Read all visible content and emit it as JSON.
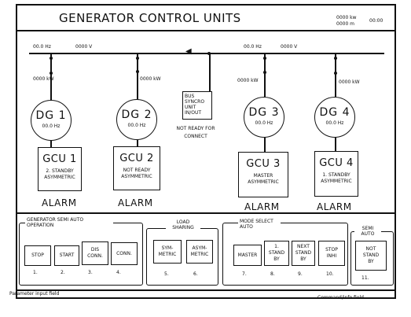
{
  "header": {
    "title": "GENERATOR CONTROL UNITS",
    "readout1": "0000 kw",
    "readout2": "0000 m",
    "time": "00:00"
  },
  "bus": {
    "left_freq": "00.0 Hz",
    "left_volt": "0000 V",
    "right_freq": "00.0 Hz",
    "right_volt": "0000 V"
  },
  "sync_unit": {
    "label": "BUS SYNCRO UNIT IN/OUT",
    "status": "NOT READY FOR CONNECT"
  },
  "generators": [
    {
      "dg": "DG 1",
      "freq": "00.0 Hz",
      "power": "0000 kW",
      "gcu": "GCU 1",
      "status": "2. STANDBY ASYMMETRIC",
      "alarm": "ALARM"
    },
    {
      "dg": "DG 2",
      "freq": "00.0 Hz",
      "power": "0000 kW",
      "gcu": "GCU 2",
      "status": "NOT READY ASYMMETRIC",
      "alarm": "ALARM"
    },
    {
      "dg": "DG 3",
      "freq": "00.0 Hz",
      "power": "0000 kW",
      "gcu": "GCU 3",
      "status": "MASTER ASYMMETRIC",
      "alarm": "ALARM"
    },
    {
      "dg": "DG 4",
      "freq": "00.0 Hz",
      "power": "0000 kW",
      "gcu": "GCU 4",
      "status": "1. STANDBY ASYMMETRIC",
      "alarm": "ALARM"
    }
  ],
  "groups": {
    "semi_auto": "GENERATOR SEMI AUTO OPERATION",
    "load_sharing": "LOAD SHARING",
    "mode_select": "MODE SELECT AUTO",
    "semi_auto_mode": "SEMI AUTO"
  },
  "buttons": [
    {
      "label": "STOP",
      "num": "1."
    },
    {
      "label": "START",
      "num": "2."
    },
    {
      "label": "DIS CONN.",
      "num": "3."
    },
    {
      "label": "CONN.",
      "num": "4."
    },
    {
      "label": "SYM- METRIC",
      "num": "5."
    },
    {
      "label": "ASYM- METRIC",
      "num": "6."
    },
    {
      "label": "MASTER",
      "num": "7."
    },
    {
      "label": "1. STAND BY",
      "num": "8."
    },
    {
      "label": "NEXT STAND BY",
      "num": "9."
    },
    {
      "label": "STOP INHI",
      "num": "10."
    },
    {
      "label": "NOT STAND BY",
      "num": "11."
    }
  ],
  "footer": {
    "left": "Parameter input field",
    "right": "Command/info field"
  }
}
